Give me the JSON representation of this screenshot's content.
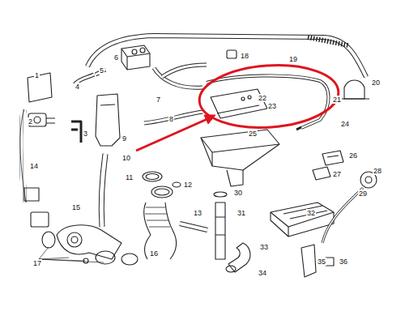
{
  "diagram": {
    "labels": [
      "1",
      "2",
      "3",
      "4",
      "5",
      "6",
      "7",
      "8",
      "9",
      "10",
      "11",
      "12",
      "13",
      "14",
      "15",
      "16",
      "17",
      "18",
      "19",
      "20",
      "21",
      "22",
      "23",
      "24",
      "25",
      "26",
      "27",
      "28",
      "29",
      "30",
      "31",
      "32",
      "33",
      "34",
      "35",
      "36"
    ]
  }
}
